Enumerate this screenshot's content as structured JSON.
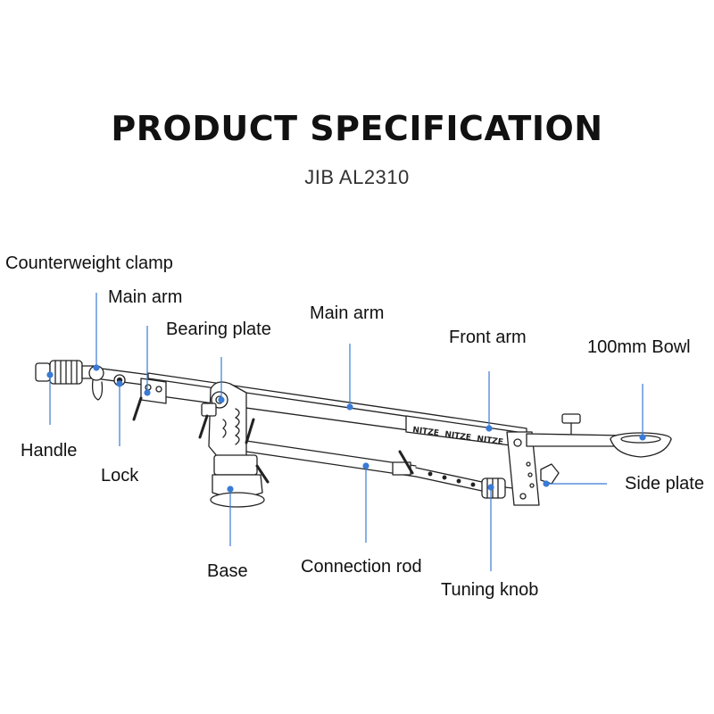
{
  "heading": {
    "title": "PRODUCT SPECIFICATION",
    "model": "JIB AL2310"
  },
  "brand_marking": "NITZE",
  "callouts": {
    "counterweight_clamp": "Counterweight clamp",
    "main_arm_rear": "Main arm",
    "bearing_plate": "Bearing plate",
    "main_arm": "Main arm",
    "front_arm": "Front arm",
    "bowl": "100mm Bowl",
    "handle": "Handle",
    "lock": "Lock",
    "base": "Base",
    "connection_rod": "Connection rod",
    "tuning_knob": "Tuning knob",
    "side_plate": "Side plate"
  },
  "colors": {
    "leader_line": "#3a7bd5",
    "outline": "#222222"
  }
}
